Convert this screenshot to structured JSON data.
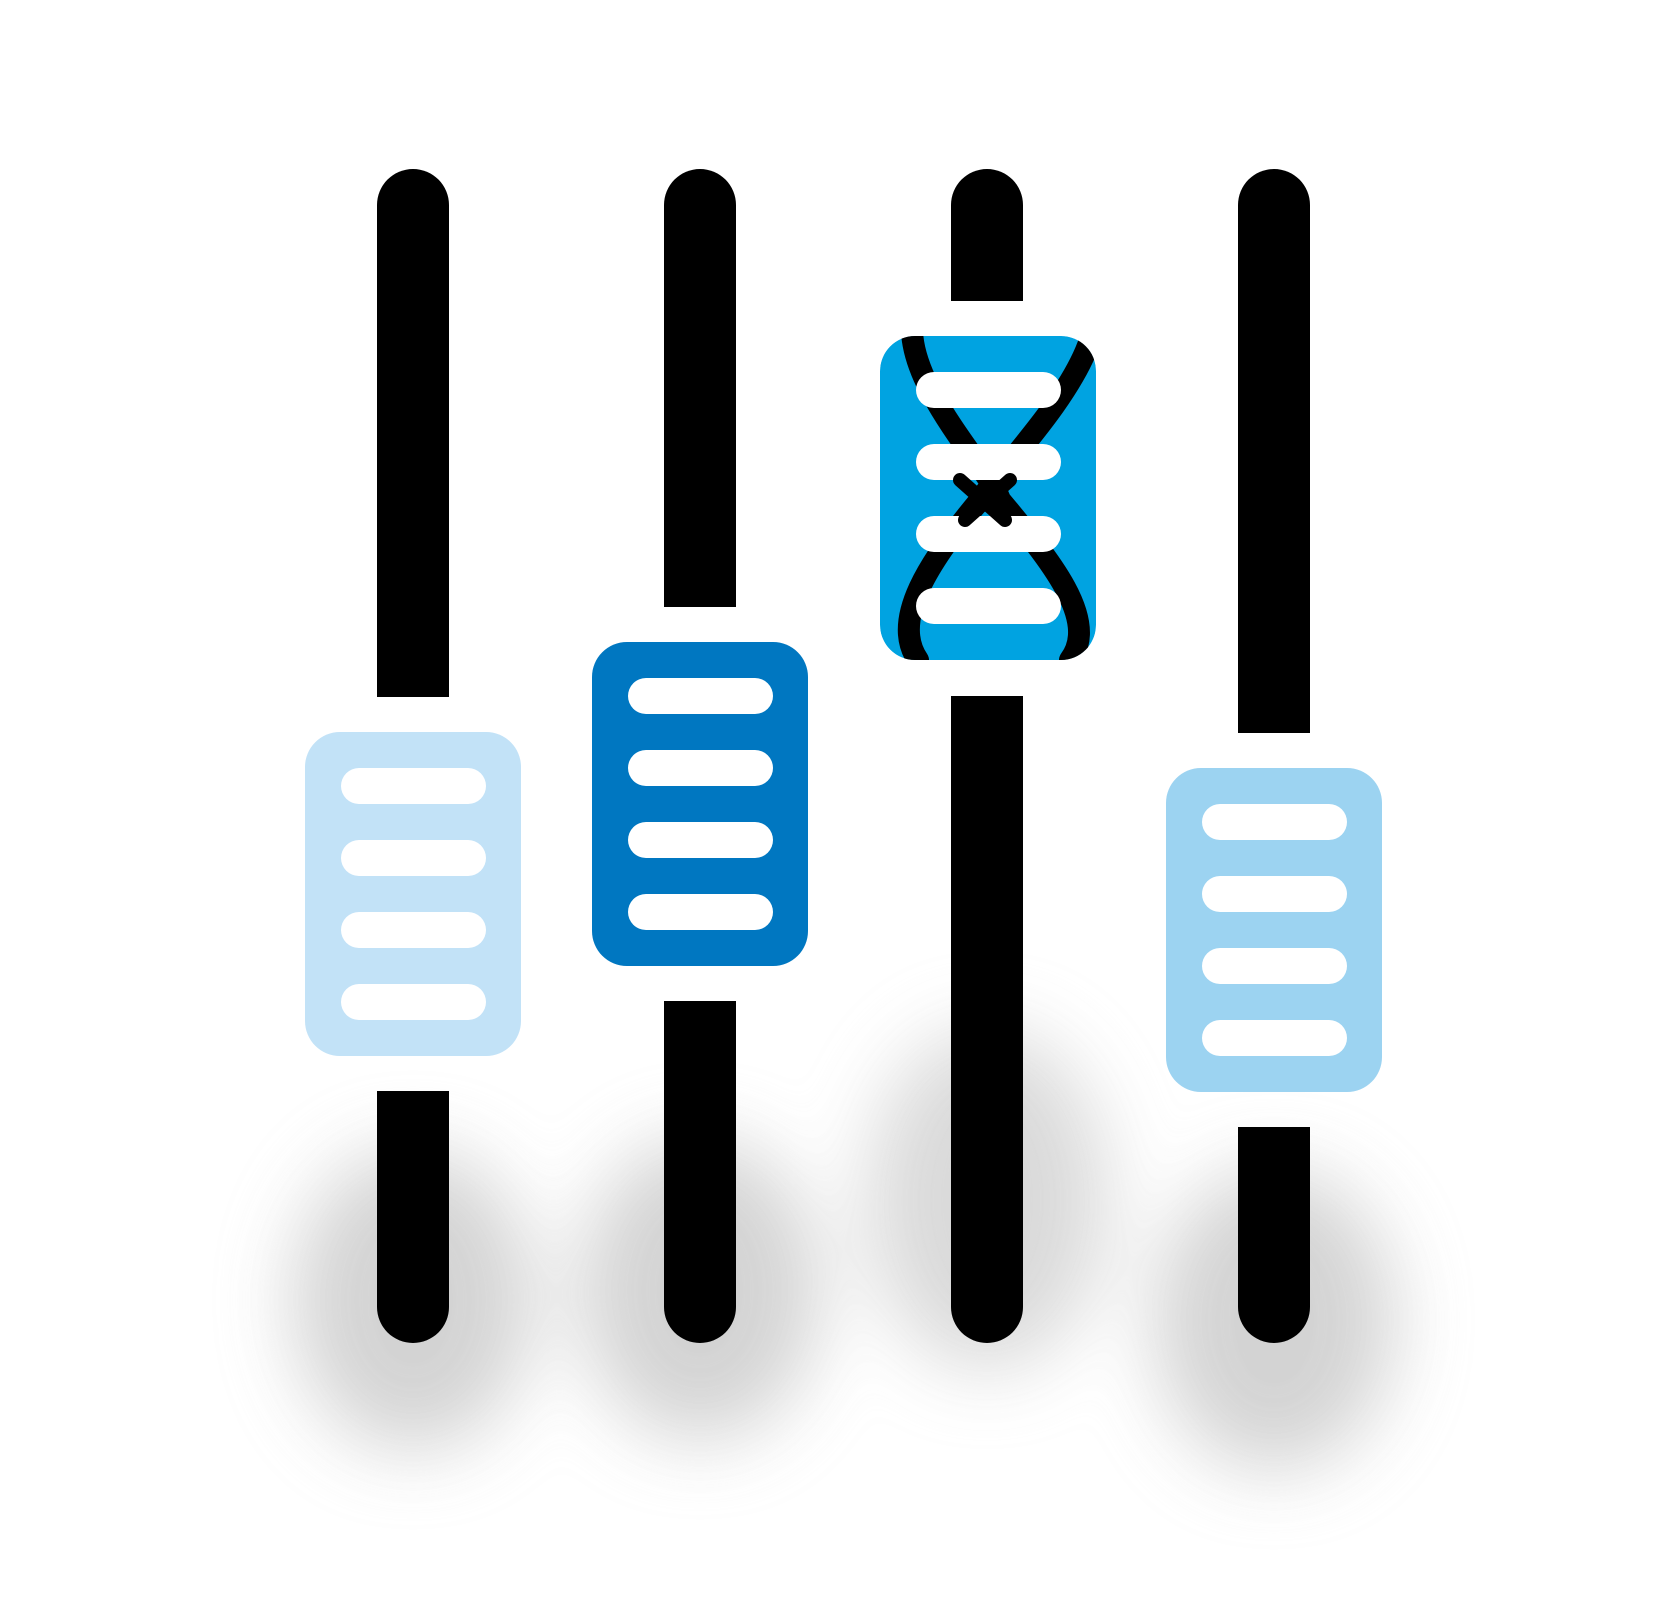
{
  "icon": {
    "name": "mixer-sliders-icon",
    "description_colors": {
      "track": "#000000",
      "groove": "#ffffff",
      "shadow": "#d4d4d4",
      "background": "#ffffff"
    }
  },
  "sliders": [
    {
      "name": "slider-1",
      "color": "#c2e2f7",
      "level": 0.46,
      "icon": "slider-knob-icon"
    },
    {
      "name": "slider-2",
      "color": "#0077c1",
      "level": 0.59,
      "icon": "slider-knob-icon"
    },
    {
      "name": "slider-3",
      "color": "#00a3e1",
      "level": 0.85,
      "icon": "dna-helix-icon"
    },
    {
      "name": "slider-4",
      "color": "#9cd3f1",
      "level": 0.43,
      "icon": "slider-knob-icon"
    }
  ]
}
